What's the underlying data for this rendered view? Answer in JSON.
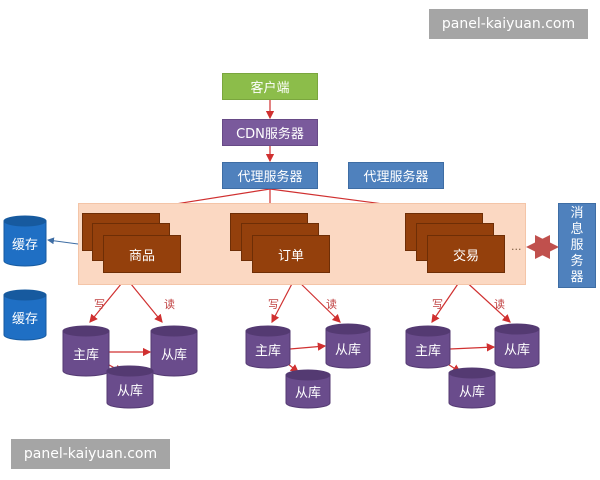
{
  "watermark": "panel-kaiyuan.com",
  "nodes": {
    "client": "客户端",
    "cdn": "CDN服务器",
    "proxy_main": "代理服务器",
    "proxy_secondary": "代理服务器",
    "message_server": [
      "消",
      "息",
      "服",
      "务",
      "器"
    ],
    "ellipsis": "..."
  },
  "services": [
    "商品",
    "订单",
    "交易"
  ],
  "cache": [
    "缓存",
    "缓存"
  ],
  "db": {
    "write_label": "写",
    "read_label": "读",
    "master": "主库",
    "slave": "从库"
  },
  "colors": {
    "client": "#8cbd4a",
    "cdn": "#7a5a9c",
    "proxy": "#4f81bd",
    "service": "#94400c",
    "panel": "#fbd8c2",
    "db": "#6a4c8c",
    "cache": "#1f6fc4",
    "arrow": "#d03030"
  }
}
